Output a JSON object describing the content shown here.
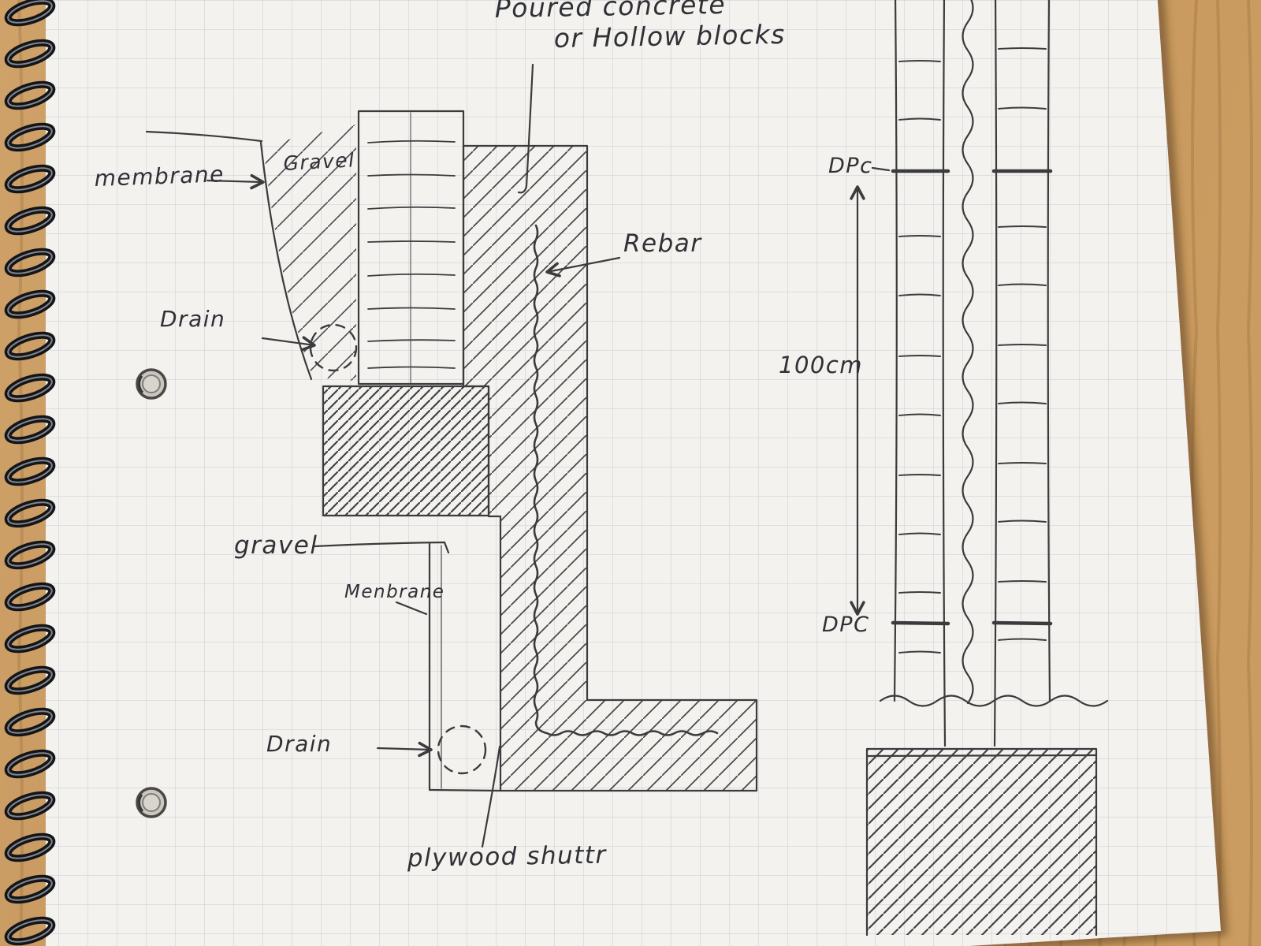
{
  "scene": {
    "kind": "hand-drawn construction detail sketch on spiral-bound graph-paper notebook"
  },
  "colors": {
    "wood": "#c89c62",
    "paper": "#f3f2ee",
    "grid": "#c7cbd3",
    "ink": "#3b3b3e",
    "spiral": "#141519"
  },
  "sketch": {
    "title": {
      "line1": "Poured concrete",
      "line2": "or Hollow blocks"
    },
    "labels": {
      "membrane_upper": "membrane",
      "gravel_upper": "Gravel",
      "drain_upper": "Drain",
      "rebar": "Rebar",
      "gravel_lower": "gravel",
      "membrane_lower": "Menbrane",
      "drain_lower": "Drain",
      "plywood": "plywood shuttr",
      "dpc_upper": "DPc",
      "dimension_100cm": "100cm",
      "dpc_lower": "DPC"
    }
  }
}
